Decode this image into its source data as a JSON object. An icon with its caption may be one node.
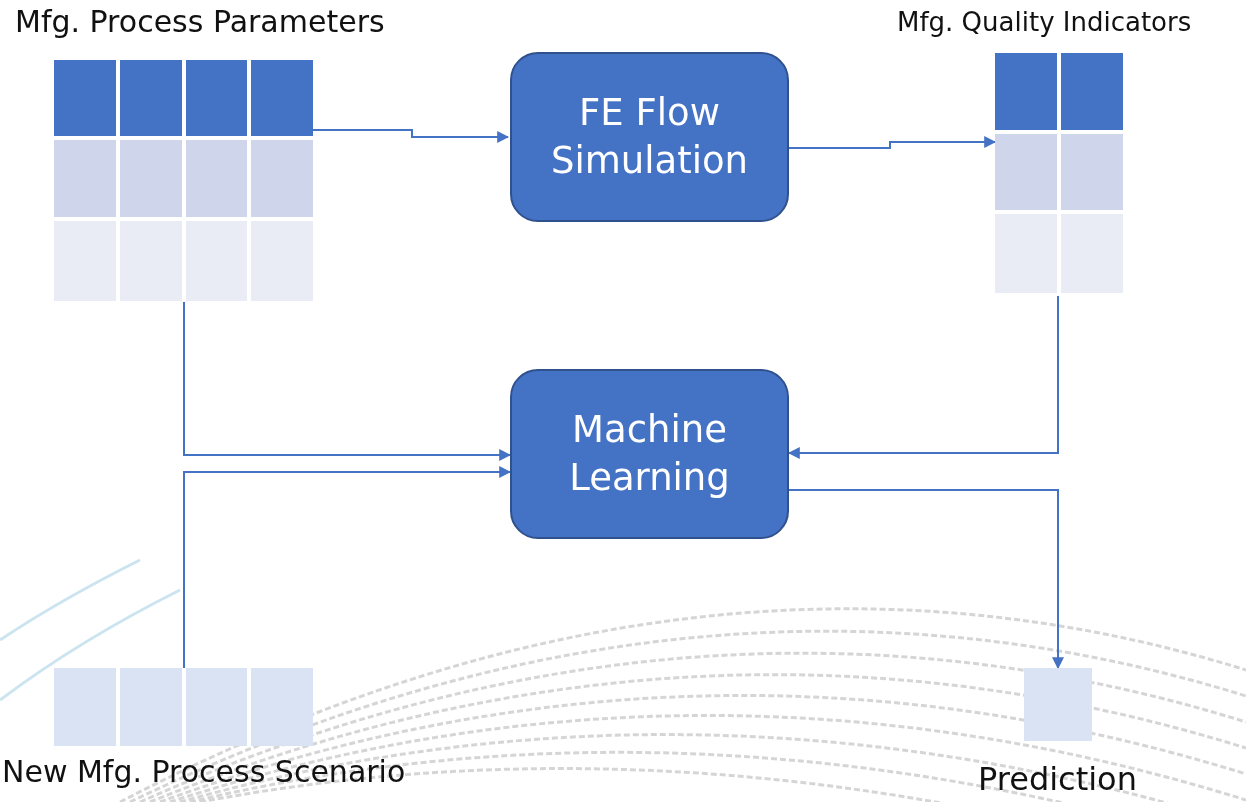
{
  "diagram": {
    "nodes": [
      {
        "text": [
          "Mfg. Process Parameters"
        ]
      },
      {
        "text": [
          "FE Flow Simulation"
        ]
      },
      {
        "text": [
          "Mfg. Quality Indicators"
        ]
      },
      {
        "text": [
          "Machine Learning"
        ]
      },
      {
        "text": [
          "New Mfg. Process Scenario"
        ]
      },
      {
        "text": [
          "Prediction"
        ]
      }
    ],
    "edges": [
      {
        "from": 0,
        "to": 1,
        "arrow": "to"
      },
      {
        "from": 1,
        "to": 2,
        "arrow": "to"
      },
      {
        "from": 0,
        "to": 3,
        "arrow": "to"
      },
      {
        "from": 2,
        "to": 3,
        "arrow": "to"
      },
      {
        "from": 4,
        "to": 3,
        "arrow": "to"
      },
      {
        "from": 3,
        "to": 5,
        "arrow": "to"
      }
    ]
  }
}
